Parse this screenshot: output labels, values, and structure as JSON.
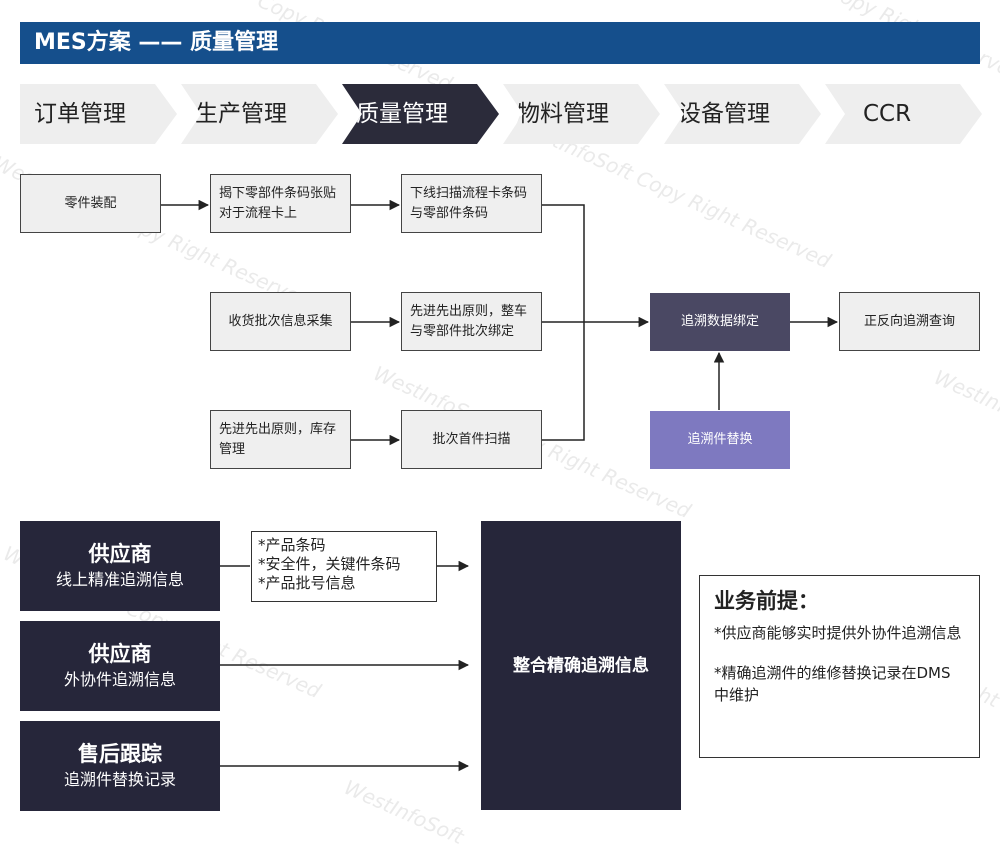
{
  "title": "MES方案 —— 质量管理",
  "tabs": [
    "订单管理",
    "生产管理",
    "质量管理",
    "物料管理",
    "设备管理",
    "CCR"
  ],
  "active_tab": "质量管理",
  "flow": {
    "part_assembly": "零件装配",
    "peel_barcode": "揭下零部件条码张贴对于流程卡上",
    "offline_scan": "下线扫描流程卡条码与零部件条码",
    "receive_batch": "收货批次信息采集",
    "fifo_bind": "先进先出原则，整车与零部件批次绑定",
    "fifo_stock": "先进先出原则，库存管理",
    "batch_first_scan": "批次首件扫描",
    "trace_binding": "追溯数据绑定",
    "bidirectional_query": "正反向追溯查询",
    "trace_part_replace": "追溯件替换"
  },
  "sources": [
    {
      "title": "供应商",
      "subtitle": "线上精准追溯信息"
    },
    {
      "title": "供应商",
      "subtitle": "外协件追溯信息"
    },
    {
      "title": "售后跟踪",
      "subtitle": "追溯件替换记录"
    }
  ],
  "notes": [
    "*产品条码",
    "*安全件，关键件条码",
    "*产品批号信息"
  ],
  "integrate": "整合精确追溯信息",
  "premise": {
    "title": "业务前提：",
    "items": [
      "*供应商能够实时提供外协件追溯信息",
      "*精确追溯件的维修替换记录在DMS中维护"
    ]
  },
  "watermarks": [
    "Copy Right Reserved",
    "WestInfoSoft",
    "WestInfoSoft  Copy Right Reserved"
  ]
}
